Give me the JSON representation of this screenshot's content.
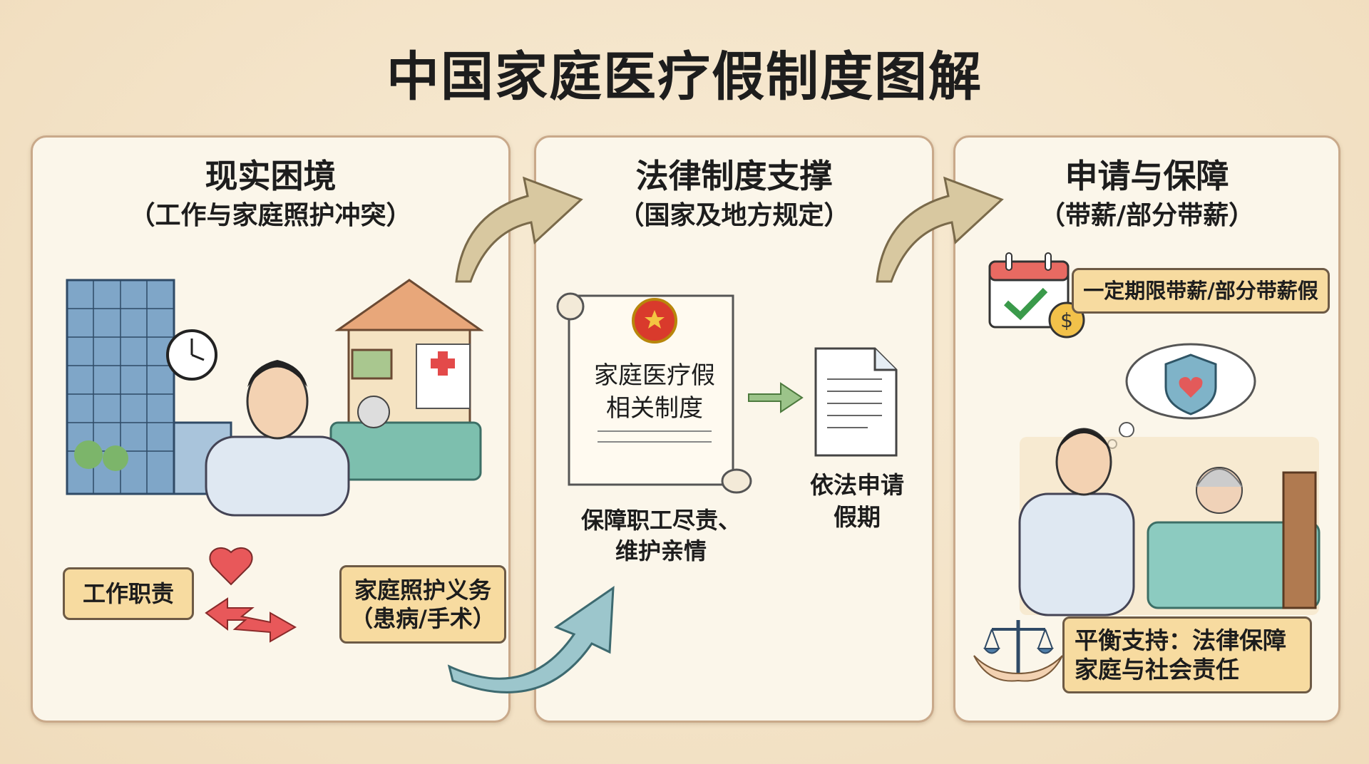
{
  "title": "中国家庭医疗假制度图解",
  "panels": [
    {
      "heading": "现实困境",
      "subtitle": "（工作与家庭照护冲突）",
      "work_label": "工作职责",
      "family_label_1": "家庭照护义务",
      "family_label_2": "（患病/手术）"
    },
    {
      "heading": "法律制度支撑",
      "subtitle": "（国家及地方规定）",
      "scroll_text_1": "家庭医疗假",
      "scroll_text_2": "相关制度",
      "caption_1": "保障职工尽责、",
      "caption_2": "维护亲情",
      "apply_1": "依法申请",
      "apply_2": "假期"
    },
    {
      "heading": "申请与保障",
      "subtitle": "（带薪/部分带薪）",
      "paid_label": "一定期限带薪/部分带薪假",
      "balance_1": "平衡支持：法律保障",
      "balance_2": "家庭与社会责任"
    }
  ],
  "colors": {
    "tag": "#f7dba0",
    "arrow_tan": "#d8c8a0",
    "arrow_blue": "#9cc6cc",
    "arrow_red": "#e8585a",
    "arrow_green": "#9cc48a"
  }
}
